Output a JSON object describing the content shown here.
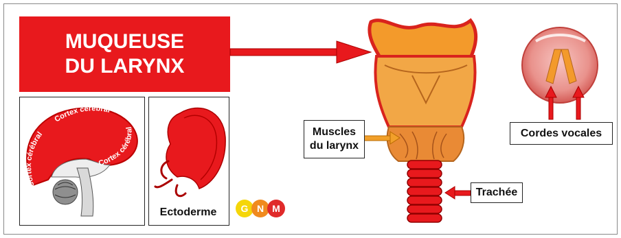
{
  "title": {
    "line1": "MUQUEUSE",
    "line2": "DU LARYNX"
  },
  "brain_labels": {
    "top": "Cortex cérébral",
    "left": "Cortex cérébral",
    "right": "Cortex cérébral"
  },
  "embryo_caption": "Ectoderme",
  "muscles_label": {
    "line1": "Muscles",
    "line2": "du larynx"
  },
  "trachea_label": "Trachée",
  "vocal_cords_label": "Cordes vocales",
  "logo": {
    "g": "G",
    "n": "N",
    "m": "M"
  },
  "colors": {
    "accent_red": "#e8191d",
    "arrow_orange": "#f2a02a",
    "logo_yellow": "#f5d60a",
    "logo_orange": "#f08a1e",
    "logo_red": "#e02a2a"
  }
}
